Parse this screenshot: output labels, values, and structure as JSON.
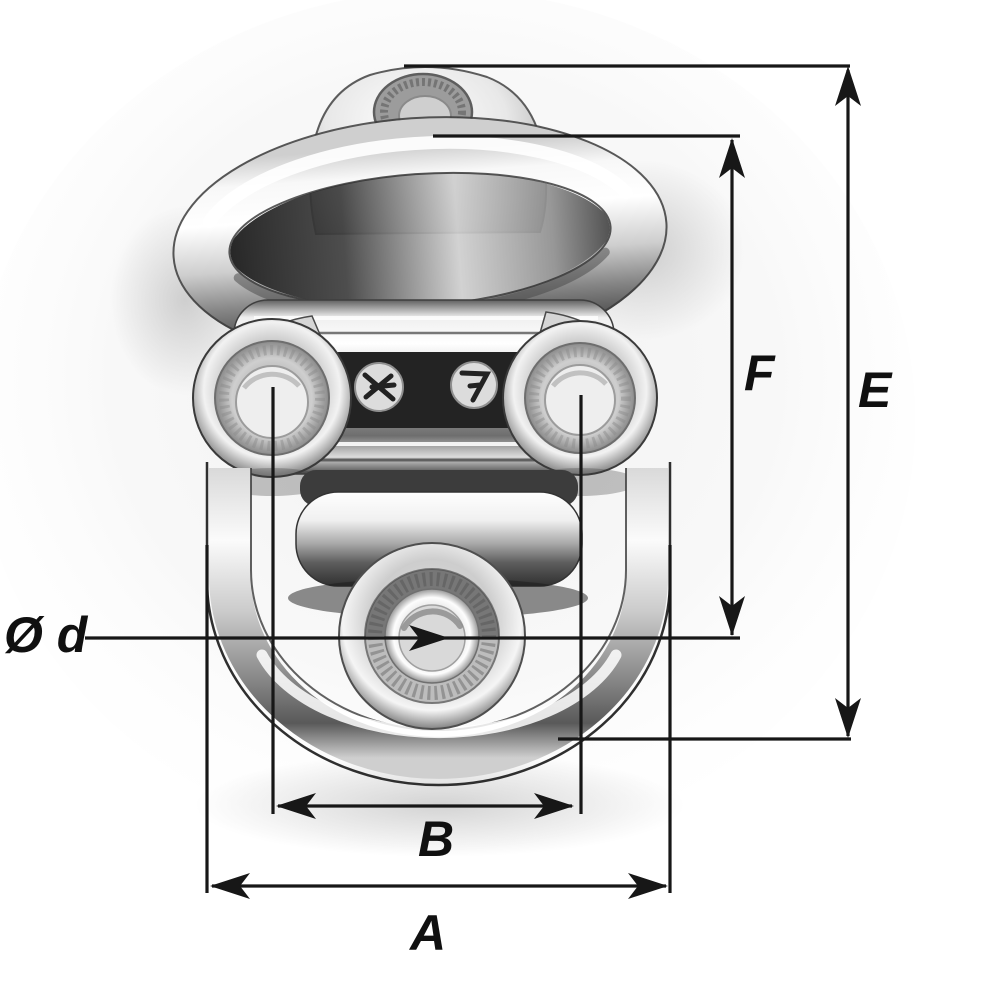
{
  "figure": {
    "type": "dimension-annotated product photo",
    "subject": "Stainless steel folding pad eye with double ring, front view",
    "background_color": "#ffffff",
    "dimension_line_color": "#171717",
    "label_color": "#101010"
  },
  "dimension_labels": {
    "hole_diameter": "Ø d",
    "hole_spacing": "B",
    "overall_width": "A",
    "ring_top_height": "F",
    "overall_height": "E"
  }
}
